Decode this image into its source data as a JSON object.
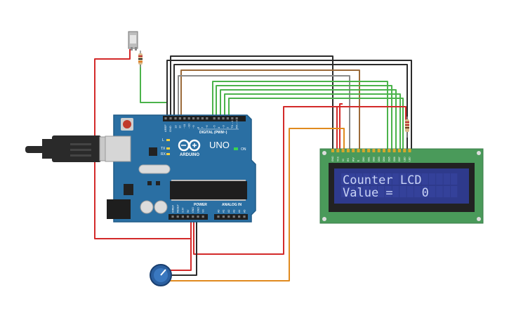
{
  "board": {
    "brand": "ARDUINO",
    "model": "UNO",
    "digital_label": "DIGITAL (PWM~)",
    "power_label": "POWER",
    "analog_label": "ANALOG IN",
    "on_label": "ON",
    "tx_label": "TX",
    "rx_label": "RX",
    "l_label": "L",
    "aref_label": "AREF",
    "gnd_label": "GND",
    "digital_pins": [
      "13",
      "12",
      "~11",
      "~10",
      "~9",
      "8",
      "7",
      "~6",
      "~5",
      "4",
      "~3",
      "2",
      "TX→1",
      "RX←0"
    ],
    "power_pins": [
      "IOREF",
      "RESET",
      "3.3V",
      "5V",
      "GND",
      "GND",
      "Vin"
    ],
    "analog_pins": [
      "A0",
      "A1",
      "A2",
      "A3",
      "A4",
      "A5"
    ]
  },
  "lcd": {
    "line1": "Counter LCD",
    "line2": "Value =    0",
    "pin_labels": [
      "GND",
      "VCC",
      "V0",
      "RS",
      "RW",
      "E",
      "DB0",
      "DB1",
      "DB2",
      "DB3",
      "DB4",
      "DB5",
      "DB6",
      "DB7",
      "LED",
      "LED"
    ]
  },
  "colors": {
    "board": "#2a6fa3",
    "board_edge": "#1f5b88",
    "lcd_pcb": "#4a9a5a",
    "lcd_screen": "#2e3a8c",
    "wire_red": "#d32a2a",
    "wire_black": "#2b2b2b",
    "wire_green": "#4bb34b",
    "wire_brown": "#9b6a3a",
    "wire_gray": "#8a8a8a",
    "wire_orange": "#e08a1e"
  }
}
